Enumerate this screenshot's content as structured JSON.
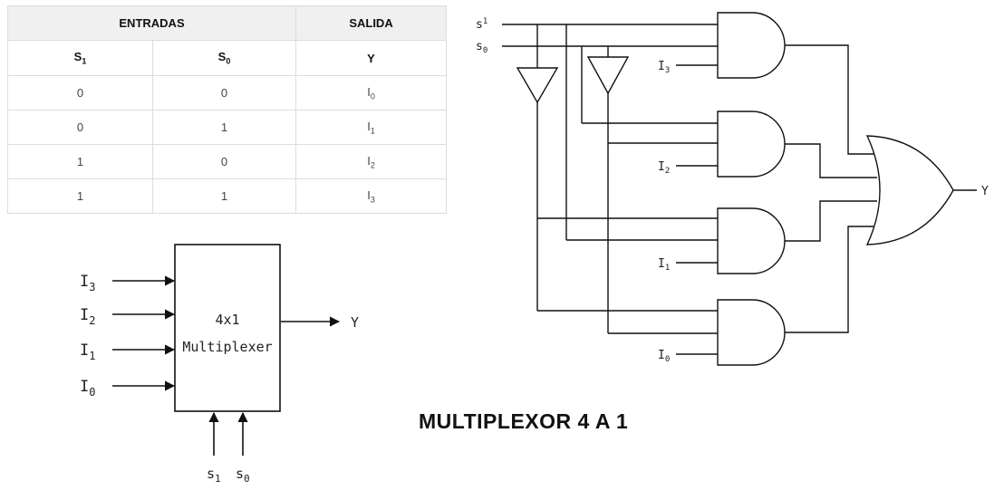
{
  "title": "MULTIPLEXOR 4 A 1",
  "truth_table": {
    "group_headers": [
      "ENTRADAS",
      "SALIDA"
    ],
    "column_headers": [
      {
        "base": "S",
        "sub": "1"
      },
      {
        "base": "S",
        "sub": "0"
      },
      {
        "base": "Y",
        "sub": ""
      }
    ],
    "rows": [
      {
        "s1": "0",
        "s0": "0",
        "y": {
          "base": "I",
          "sub": "0"
        }
      },
      {
        "s1": "0",
        "s0": "1",
        "y": {
          "base": "I",
          "sub": "1"
        }
      },
      {
        "s1": "1",
        "s0": "0",
        "y": {
          "base": "I",
          "sub": "2"
        }
      },
      {
        "s1": "1",
        "s0": "1",
        "y": {
          "base": "I",
          "sub": "3"
        }
      }
    ]
  },
  "block": {
    "line1": "4x1",
    "line2": "Multiplexer",
    "inputs": [
      {
        "base": "I",
        "sub": "3"
      },
      {
        "base": "I",
        "sub": "2"
      },
      {
        "base": "I",
        "sub": "1"
      },
      {
        "base": "I",
        "sub": "0"
      }
    ],
    "output": "Y",
    "selects": [
      {
        "base": "s",
        "sub": "1"
      },
      {
        "base": "s",
        "sub": "0"
      }
    ]
  },
  "circuit": {
    "selects": [
      {
        "base": "s",
        "sub": "1"
      },
      {
        "base": "s",
        "sub": "0"
      }
    ],
    "gate_inputs": [
      {
        "base": "I",
        "sub": "3"
      },
      {
        "base": "I",
        "sub": "2"
      },
      {
        "base": "I",
        "sub": "1"
      },
      {
        "base": "I",
        "sub": "0"
      }
    ],
    "output": "Y"
  }
}
